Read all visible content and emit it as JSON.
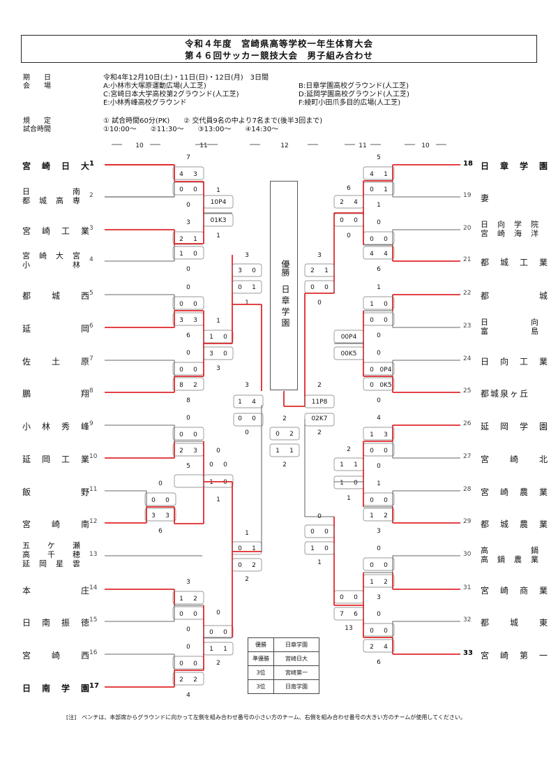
{
  "header": {
    "line1": "令和４年度　宮崎県高等学校一年生体育大会",
    "line2": "第４６回サッカー競技大会　男子組み合わせ"
  },
  "info": {
    "date_label": "期　　日",
    "date_value": "令和4年12月10日(土)・11日(日)・12日(月)　3日間",
    "venue_label": "会　　場",
    "venue_a": "A:小林市大塚原運動広場(人工芝)",
    "venue_b": "B:日章学園高校グラウンド(人工芝)",
    "venue_c": "C:宮崎日本大学高校第2グラウンド(人工芝)",
    "venue_d": "D:延岡学園高校グラウンド(人工芝)",
    "venue_e": "E:小林秀峰高校グラウンド",
    "venue_f": "F:綾町小田爪多目的広場(人工芝)",
    "rule_label": "規　　定",
    "rule_value": "① 試合時間60分(PK)　　② 交代員9名の中より7名まで(後半3回まで)",
    "time_label": "試合時間",
    "time_value": "①10:00～　　②11:30～　　③13:00～　　④14:30～"
  },
  "dates": [
    "10",
    "11",
    "12",
    "11",
    "10"
  ],
  "left_teams": [
    {
      "no": "1",
      "name": "宮　崎　日　大"
    },
    {
      "no": "2",
      "name": "日　　　　　南\n都　城　高　専"
    },
    {
      "no": "3",
      "name": "宮　崎　工　業"
    },
    {
      "no": "4",
      "name": "宮　崎　大　宮\n小　　　　　林"
    },
    {
      "no": "5",
      "name": "都　　城　　西"
    },
    {
      "no": "6",
      "name": "延　　　　　岡"
    },
    {
      "no": "7",
      "name": "佐　　土　　原"
    },
    {
      "no": "8",
      "name": "鵬　　　　　翔"
    },
    {
      "no": "9",
      "name": "小　林　秀　峰"
    },
    {
      "no": "10",
      "name": "延　岡　工　業"
    },
    {
      "no": "11",
      "name": "飯　　　　　野"
    },
    {
      "no": "12",
      "name": "宮　　崎　　南"
    },
    {
      "no": "13",
      "name": "五　　ケ　　瀬\n高　　千　　穂\n延　岡　星　雲"
    },
    {
      "no": "14",
      "name": "本　　　　　庄"
    },
    {
      "no": "15",
      "name": "日　南　振　徳"
    },
    {
      "no": "16",
      "name": "宮　　崎　　西"
    },
    {
      "no": "17",
      "name": "日　南　学　園"
    }
  ],
  "right_teams": [
    {
      "no": "18",
      "name": "日　章　学　園"
    },
    {
      "no": "19",
      "name": "妻"
    },
    {
      "no": "20",
      "name": "日　向　学　院\n宮　崎　海　洋"
    },
    {
      "no": "21",
      "name": "都　城　工　業"
    },
    {
      "no": "22",
      "name": "都　　　　　城"
    },
    {
      "no": "23",
      "name": "日　　　　　向\n富　　　　　島"
    },
    {
      "no": "24",
      "name": "日　向　工　業"
    },
    {
      "no": "25",
      "name": "都城泉ヶ丘"
    },
    {
      "no": "26",
      "name": "延　岡　学　園"
    },
    {
      "no": "27",
      "name": "宮　　崎　　北"
    },
    {
      "no": "28",
      "name": "宮　崎　農　業"
    },
    {
      "no": "29",
      "name": "都　城　農　業"
    },
    {
      "no": "30",
      "name": "高　　　　　鍋\n高　鍋　農　業"
    },
    {
      "no": "31",
      "name": "宮　崎　商　業"
    },
    {
      "no": "32",
      "name": "都　　城　　東"
    },
    {
      "no": "33",
      "name": "宮　崎　第　一"
    }
  ],
  "champion": {
    "label": "優勝",
    "name": "日章学園"
  },
  "results": [
    {
      "place": "優勝",
      "team": "日章学園"
    },
    {
      "place": "準優勝",
      "team": "宮崎日大"
    },
    {
      "place": "3位",
      "team": "宮崎第一"
    },
    {
      "place": "3位",
      "team": "日南学園"
    }
  ],
  "note": "[注]　ベンチは、本部席からグラウンドに向かって左側を組み合わせ番号の小さい方のチーム、右側を組み合わせ番号の大きい方のチームが使用してください。",
  "colors": {
    "winner_line": "#e0262a",
    "line": "#333333"
  }
}
